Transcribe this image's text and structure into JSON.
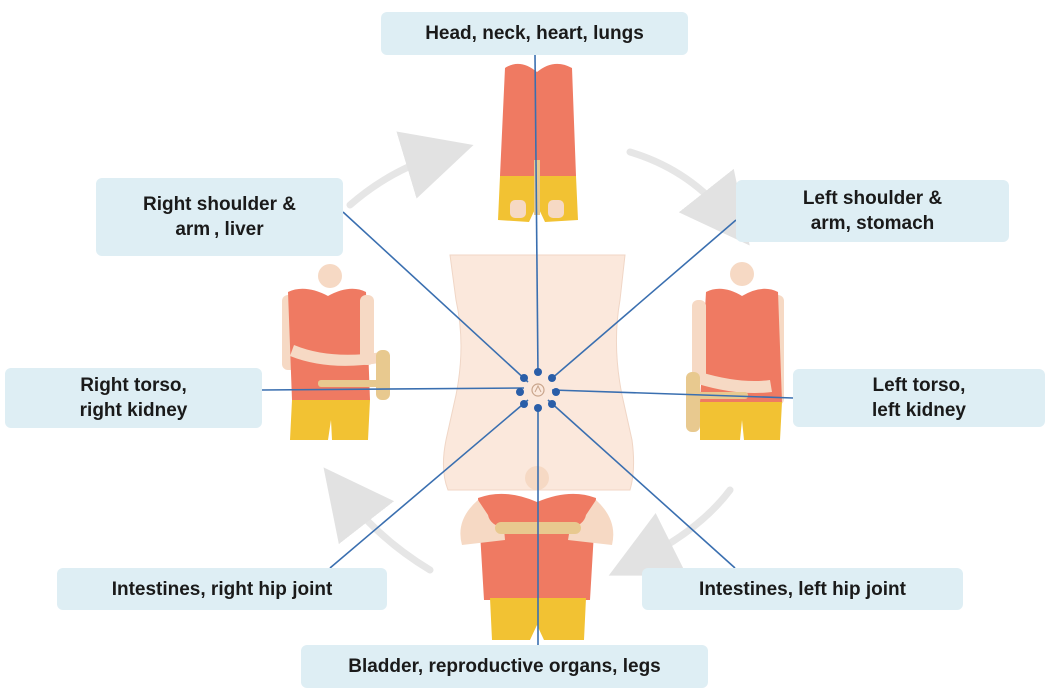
{
  "labels": {
    "top": "Head, neck, heart, lungs",
    "upper_left": "Right shoulder &\narm , liver",
    "upper_right": "Left shoulder &\narm, stomach",
    "middle_left": "Right  torso,\nright kidney",
    "middle_right": "Left torso,\nleft kidney",
    "bottom_left": "Intestines, right hip joint",
    "bottom_right": "Intestines, left hip joint",
    "bottom": "Bladder, reproductive organs, legs"
  },
  "colors": {
    "label_bg": "#deeef4",
    "connector_line": "#3a6fb0",
    "dot": "#2a5ea8",
    "torso_skin": "#fbe8dc",
    "shirt": "#ef7a62",
    "shorts": "#f2c233",
    "skin": "#f6d9c4",
    "tool": "#e8c98f",
    "cycle_arrow": "#e2e2e2"
  },
  "icons": {
    "navel": "navel-mark-icon",
    "figure": "person-figure-icon",
    "tool": "massage-tool-icon"
  }
}
